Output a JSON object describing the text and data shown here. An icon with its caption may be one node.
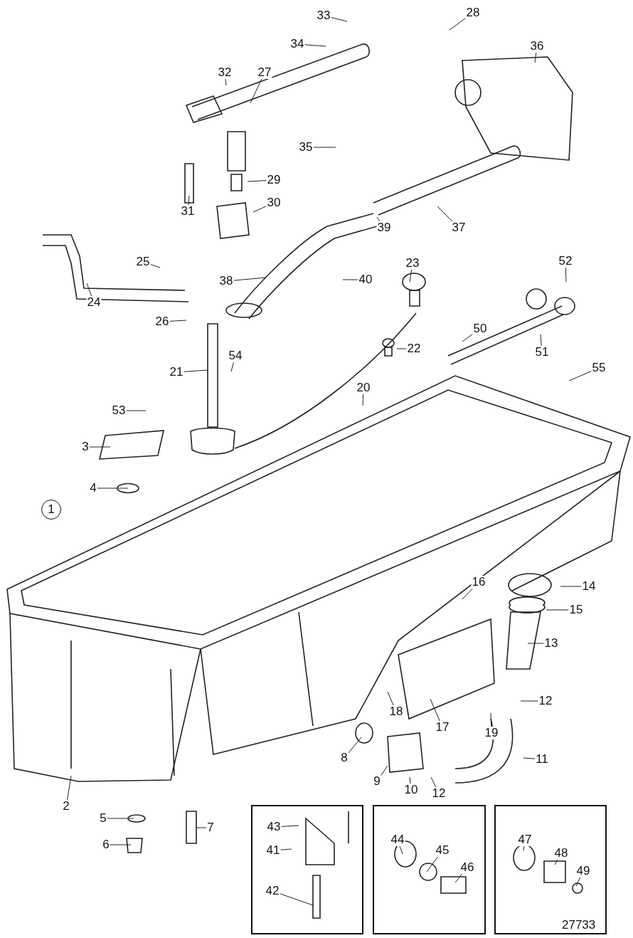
{
  "diagram": {
    "nodes": [
      {
        "text": [
          "33"
        ]
      },
      {
        "text": [
          "28"
        ]
      },
      {
        "text": [
          "34"
        ]
      },
      {
        "text": [
          "36"
        ]
      },
      {
        "text": [
          "32"
        ]
      },
      {
        "text": [
          "27"
        ]
      },
      {
        "text": [
          "35"
        ]
      },
      {
        "text": [
          "29"
        ]
      },
      {
        "text": [
          "31"
        ]
      },
      {
        "text": [
          "30"
        ]
      },
      {
        "text": [
          "37"
        ]
      },
      {
        "text": [
          "39"
        ]
      },
      {
        "text": [
          "25"
        ]
      },
      {
        "text": [
          "23"
        ]
      },
      {
        "text": [
          "52"
        ]
      },
      {
        "text": [
          "38"
        ]
      },
      {
        "text": [
          "40"
        ]
      },
      {
        "text": [
          "24"
        ]
      },
      {
        "text": [
          "26"
        ]
      },
      {
        "text": [
          "50"
        ]
      },
      {
        "text": [
          "22"
        ]
      },
      {
        "text": [
          "51"
        ]
      },
      {
        "text": [
          "55"
        ]
      },
      {
        "text": [
          "54"
        ]
      },
      {
        "text": [
          "21"
        ]
      },
      {
        "text": [
          "20"
        ]
      },
      {
        "text": [
          "53"
        ]
      },
      {
        "text": [
          "3"
        ]
      },
      {
        "text": [
          "4"
        ]
      },
      {
        "text": [
          "14"
        ]
      },
      {
        "text": [
          "16"
        ]
      },
      {
        "text": [
          "15"
        ]
      },
      {
        "text": [
          "13"
        ]
      },
      {
        "text": [
          "12"
        ]
      },
      {
        "text": [
          "18"
        ]
      },
      {
        "text": [
          "17"
        ]
      },
      {
        "text": [
          "19"
        ]
      },
      {
        "text": [
          "11"
        ]
      },
      {
        "text": [
          "8"
        ]
      },
      {
        "text": [
          "9"
        ]
      },
      {
        "text": [
          "10"
        ]
      },
      {
        "text": [
          "12"
        ]
      },
      {
        "text": [
          "2"
        ]
      },
      {
        "text": [
          "5"
        ]
      },
      {
        "text": [
          "7"
        ]
      },
      {
        "text": [
          "6"
        ]
      },
      {
        "text": [],
        "shape": "box"
      },
      {
        "text": [
          "43"
        ],
        "in": 46
      },
      {
        "text": [
          "41"
        ],
        "in": 46
      },
      {
        "text": [
          "42"
        ],
        "in": 46
      },
      {
        "text": [],
        "shape": "box"
      },
      {
        "text": [
          "44"
        ],
        "in": 50
      },
      {
        "text": [
          "45"
        ],
        "in": 50
      },
      {
        "text": [
          "46"
        ],
        "in": 50
      },
      {
        "text": [],
        "shape": "box"
      },
      {
        "text": [
          "47"
        ],
        "in": 54
      },
      {
        "text": [
          "48"
        ],
        "in": 54
      },
      {
        "text": [
          "49"
        ],
        "in": 54
      }
    ],
    "edges": [
      {
        "from": 0,
        "to": null,
        "arrow": "none"
      },
      {
        "from": 1,
        "to": null,
        "arrow": "none"
      },
      {
        "from": 2,
        "to": null,
        "arrow": "none"
      },
      {
        "from": 3,
        "to": null,
        "arrow": "none"
      },
      {
        "from": 4,
        "to": null,
        "arrow": "none"
      },
      {
        "from": 5,
        "to": null,
        "arrow": "none"
      },
      {
        "from": 6,
        "to": null,
        "arrow": "none"
      },
      {
        "from": 7,
        "to": null,
        "arrow": "none"
      },
      {
        "from": 8,
        "to": null,
        "arrow": "none"
      },
      {
        "from": 9,
        "to": null,
        "arrow": "none"
      },
      {
        "from": 10,
        "to": null,
        "arrow": "none"
      },
      {
        "from": 11,
        "to": null,
        "arrow": "none"
      },
      {
        "from": 12,
        "to": null,
        "arrow": "none"
      },
      {
        "from": 13,
        "to": null,
        "arrow": "none"
      },
      {
        "from": 14,
        "to": null,
        "arrow": "none"
      },
      {
        "from": 15,
        "to": null,
        "arrow": "none"
      },
      {
        "from": 16,
        "to": null,
        "arrow": "none"
      },
      {
        "from": 17,
        "to": null,
        "arrow": "none"
      },
      {
        "from": 18,
        "to": null,
        "arrow": "none"
      },
      {
        "from": 19,
        "to": null,
        "arrow": "none"
      },
      {
        "from": 20,
        "to": null,
        "arrow": "none"
      },
      {
        "from": 21,
        "to": null,
        "arrow": "none"
      },
      {
        "from": 22,
        "to": null,
        "arrow": "none"
      },
      {
        "from": 23,
        "to": null,
        "arrow": "none"
      },
      {
        "from": 24,
        "to": null,
        "arrow": "none"
      },
      {
        "from": 25,
        "to": null,
        "arrow": "none"
      },
      {
        "from": 26,
        "to": null,
        "arrow": "none"
      },
      {
        "from": 27,
        "to": null,
        "arrow": "none"
      },
      {
        "from": 28,
        "to": null,
        "arrow": "none"
      },
      {
        "from": 29,
        "to": null,
        "arrow": "none"
      },
      {
        "from": 30,
        "to": null,
        "arrow": "none"
      },
      {
        "from": 31,
        "to": null,
        "arrow": "none"
      },
      {
        "from": 32,
        "to": null,
        "arrow": "none"
      },
      {
        "from": 33,
        "to": null,
        "arrow": "none"
      },
      {
        "from": 34,
        "to": null,
        "arrow": "none"
      },
      {
        "from": 35,
        "to": null,
        "arrow": "none"
      },
      {
        "from": 36,
        "to": null,
        "arrow": "none"
      },
      {
        "from": 37,
        "to": null,
        "arrow": "none"
      },
      {
        "from": 38,
        "to": null,
        "arrow": "none"
      },
      {
        "from": 39,
        "to": null,
        "arrow": "none"
      },
      {
        "from": 40,
        "to": null,
        "arrow": "none"
      },
      {
        "from": 41,
        "to": null,
        "arrow": "none"
      },
      {
        "from": 42,
        "to": null,
        "arrow": "none"
      },
      {
        "from": 43,
        "to": null,
        "arrow": "none"
      },
      {
        "from": 44,
        "to": null,
        "arrow": "none"
      },
      {
        "from": 45,
        "to": null,
        "arrow": "none"
      },
      {
        "from": 47,
        "to": null,
        "arrow": "none"
      },
      {
        "from": 48,
        "to": null,
        "arrow": "none"
      },
      {
        "from": 49,
        "to": null,
        "arrow": "none"
      },
      {
        "from": 51,
        "to": null,
        "arrow": "none"
      },
      {
        "from": 52,
        "to": null,
        "arrow": "none"
      },
      {
        "from": 53,
        "to": null,
        "arrow": "none"
      },
      {
        "from": 55,
        "to": null,
        "arrow": "none"
      },
      {
        "from": 56,
        "to": null,
        "arrow": "none"
      },
      {
        "from": 57,
        "to": null,
        "arrow": "none"
      }
    ],
    "labels": [
      "1",
      "27733"
    ]
  }
}
